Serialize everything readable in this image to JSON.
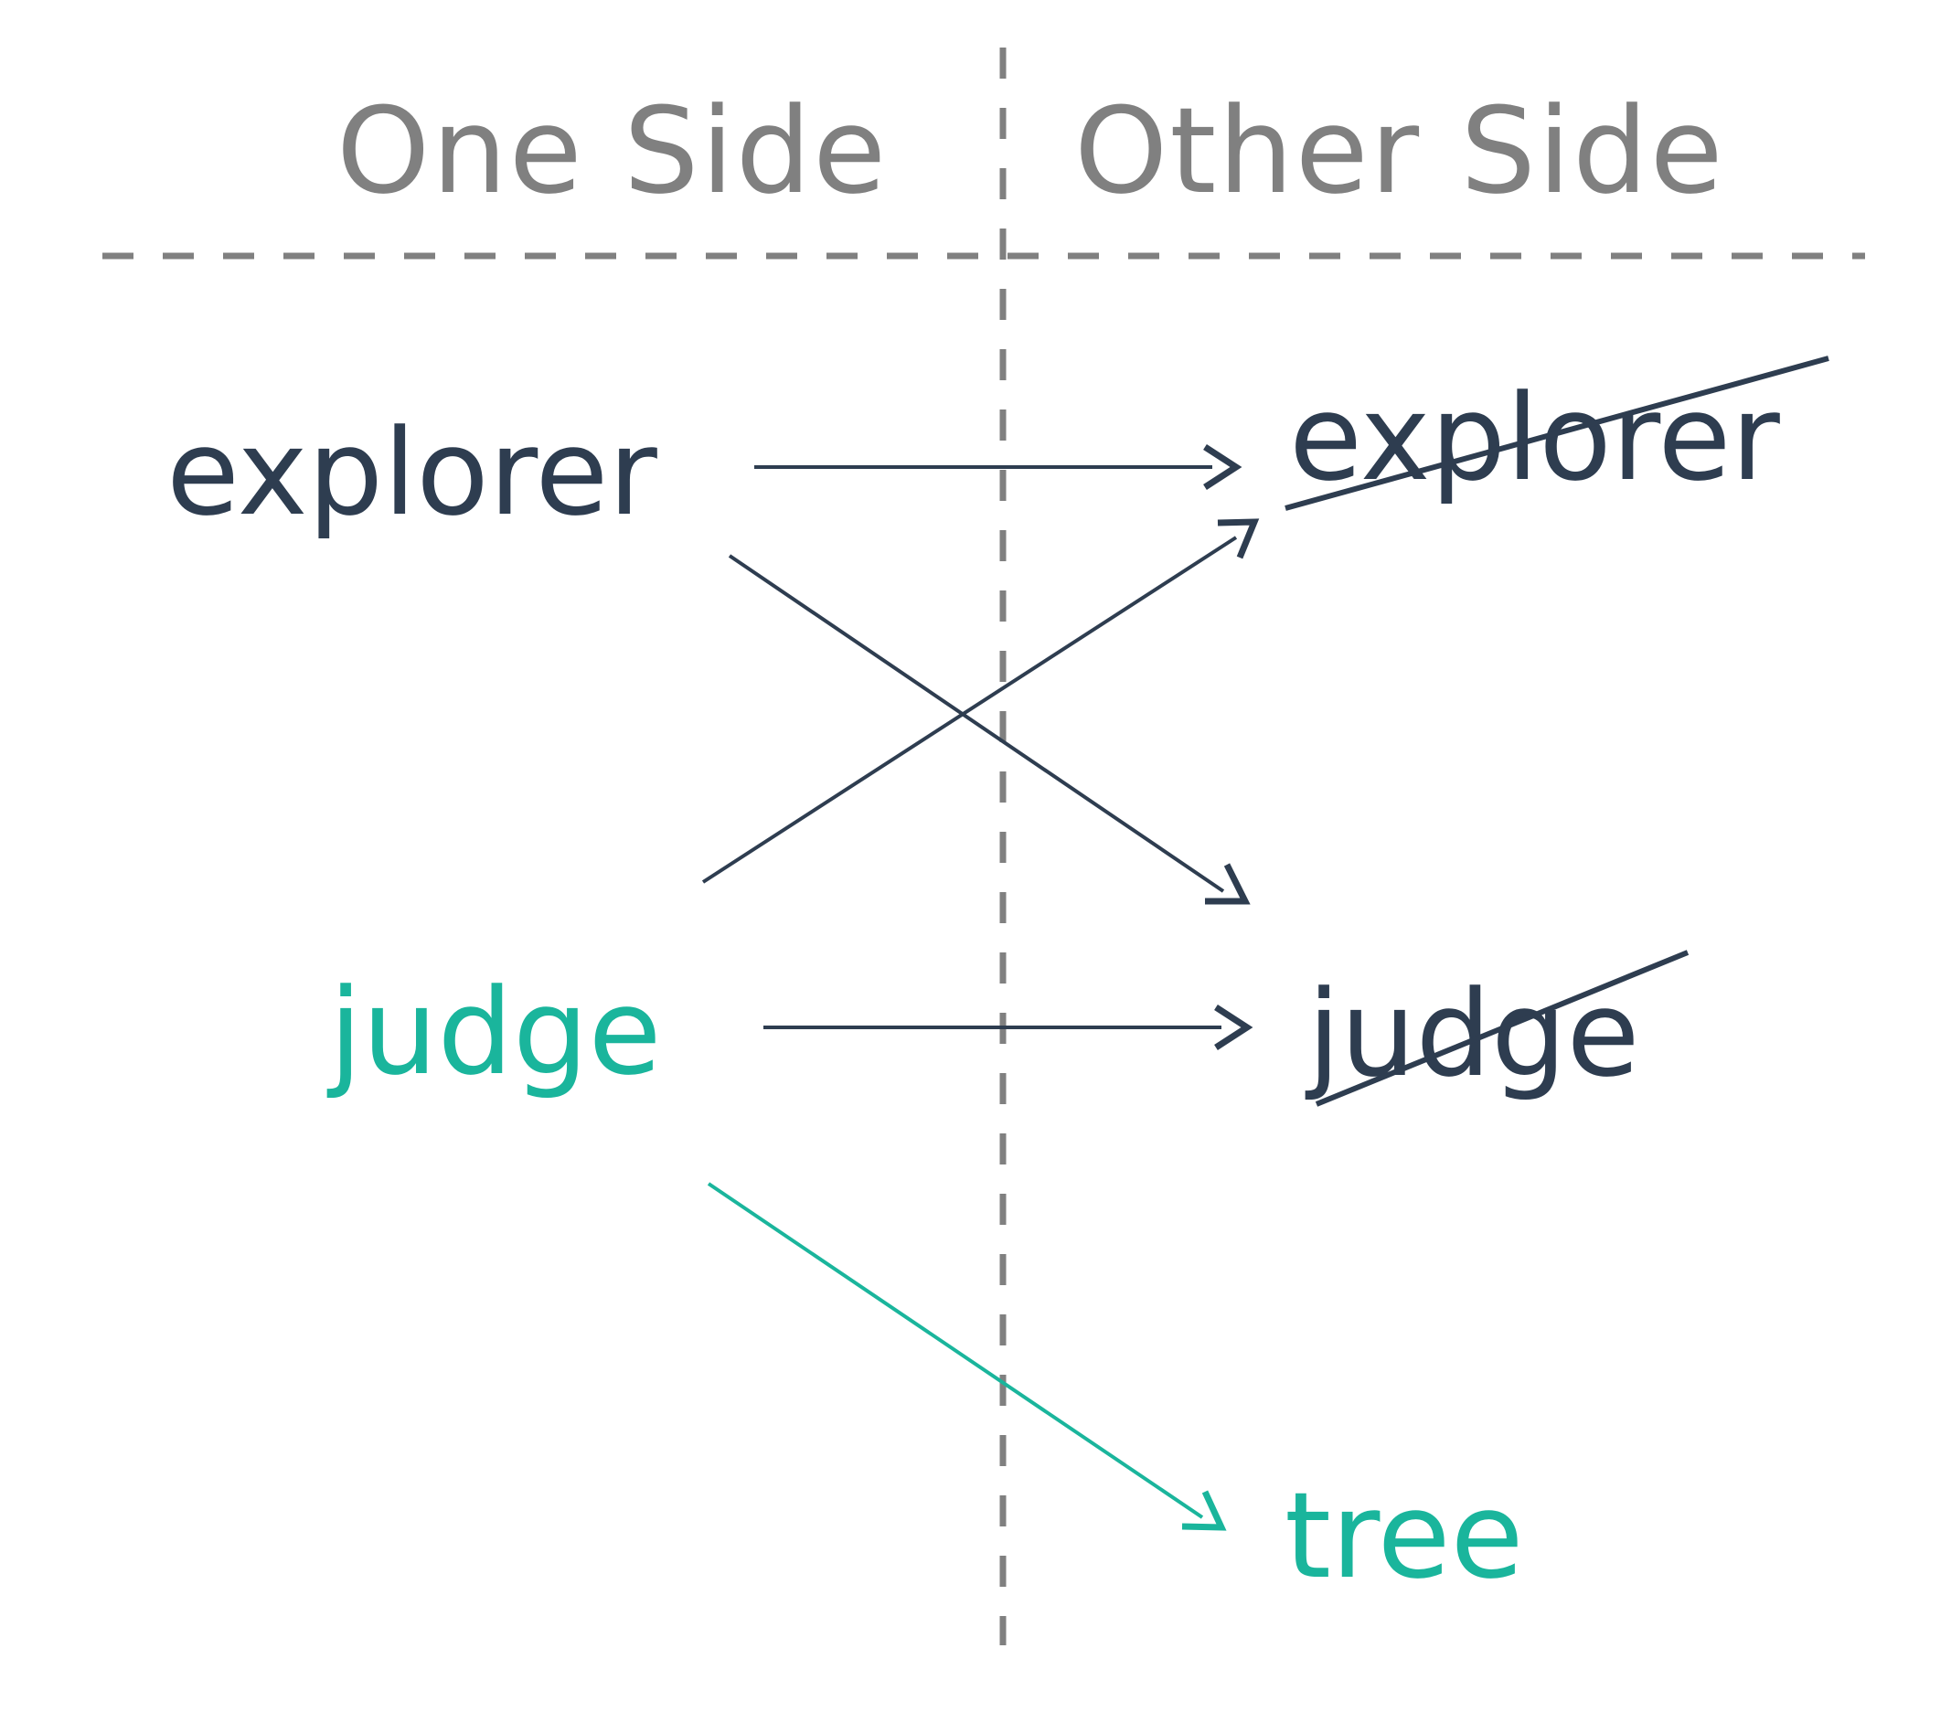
{
  "headers": {
    "left": "One Side",
    "right": "Other Side"
  },
  "left_column": {
    "top_word": "explorer",
    "bottom_word": "judge"
  },
  "right_column": {
    "top_word": "explorer",
    "middle_word": "judge",
    "bottom_word": "tree"
  },
  "colors": {
    "header": "#808080",
    "divider": "#808080",
    "dark": "#2e3d50",
    "accent": "#1ab59c"
  }
}
